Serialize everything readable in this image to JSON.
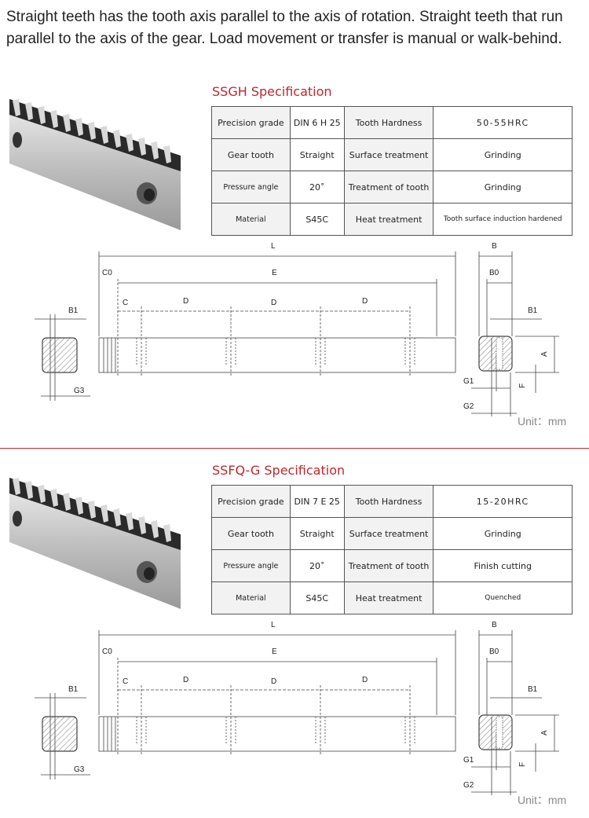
{
  "intro_text": "Straight teeth has the tooth axis parallel to the axis of rotation. Straight teeth that run parallel to the axis of the gear. Load movement or transfer is manual or walk-behind.",
  "sections": [
    {
      "title": "SSGH Specification",
      "rows": [
        {
          "label1": "Precision grade",
          "value1": "DIN 6 H 25",
          "label2": "Tooth  Hardness",
          "value2": "50-55HRC"
        },
        {
          "label1": "Gear tooth",
          "value1": "Straight",
          "label2": "Surface treatment",
          "value2": "Grinding"
        },
        {
          "label1": "Pressure  angle",
          "value1": "20˚",
          "label2": "Treatment of tooth",
          "value2": "Grinding"
        },
        {
          "label1": "Material",
          "value1": "S45C",
          "label2": "Heat treatment",
          "value2": "Tooth surface induction hardened"
        }
      ],
      "unit": "Unit：mm"
    },
    {
      "title": "SSFQ-G Specification",
      "rows": [
        {
          "label1": "Precision grade",
          "value1": "DIN 7 E 25",
          "label2": "Tooth  Hardness",
          "value2": "15-20HRC"
        },
        {
          "label1": "Gear tooth",
          "value1": "Straight",
          "label2": "Surface treatment",
          "value2": "Grinding"
        },
        {
          "label1": "Pressure  angle",
          "value1": "20˚",
          "label2": "Treatment of tooth",
          "value2": "Finish cutting"
        },
        {
          "label1": "Material",
          "value1": "S45C",
          "label2": "Heat treatment",
          "value2": "Quenched"
        }
      ],
      "unit": "Unit：mm"
    }
  ],
  "dimension_labels": {
    "L": "L",
    "E": "E",
    "C0": "C0",
    "C": "C",
    "D": "D",
    "B": "B",
    "B0": "B0",
    "B1": "B1",
    "A": "A",
    "F": "F",
    "G1": "G1",
    "G2": "G2",
    "G3": "G3"
  },
  "colors": {
    "accent": "#c0262c",
    "label_cell_bg": "#f2f2f2",
    "line": "#555555"
  },
  "icons": {
    "photo": "gear-rack-photo"
  }
}
